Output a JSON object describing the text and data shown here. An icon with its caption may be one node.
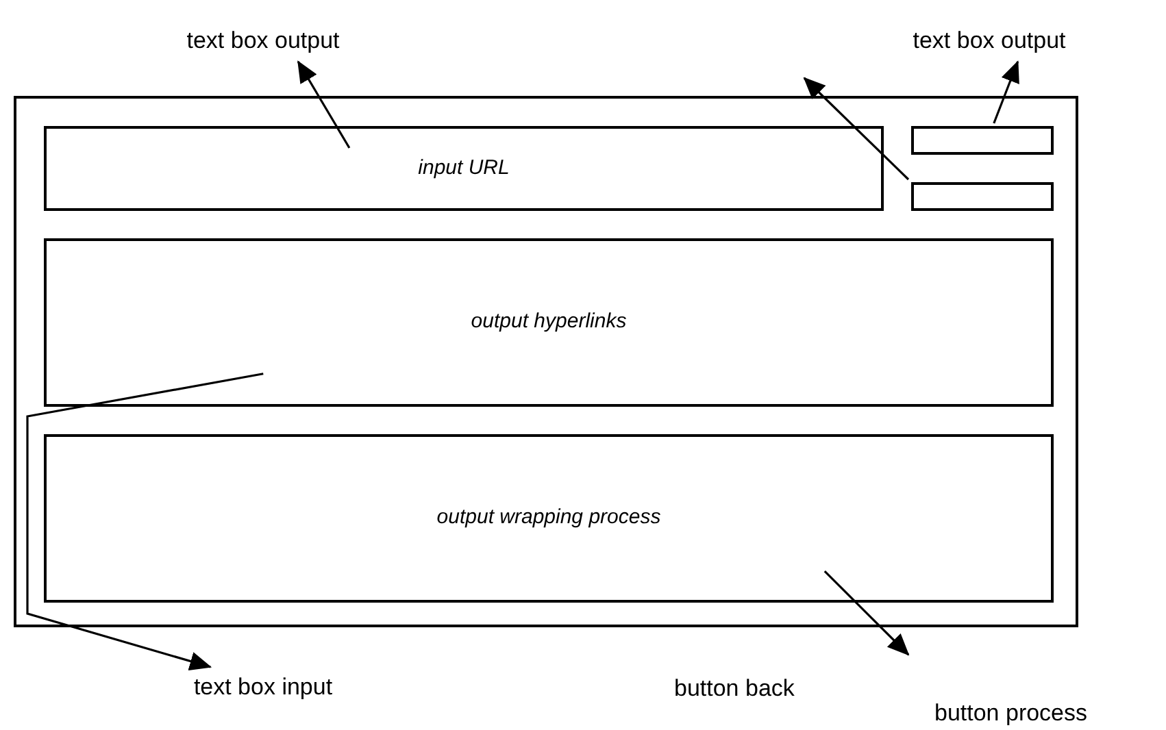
{
  "diagram": {
    "nodes": [
      {
        "text": [
          "text box output"
        ]
      },
      {
        "text": [
          "text box output"
        ]
      },
      {
        "text": [],
        "shape": "box"
      },
      {
        "text": [
          "input URL"
        ],
        "in": 2
      },
      {
        "text": [],
        "shape": "box",
        "in": 2
      },
      {
        "text": [],
        "shape": "box",
        "in": 2
      },
      {
        "text": [
          "output hyperlinks"
        ],
        "in": 2
      },
      {
        "text": [
          "output wrapping process"
        ],
        "in": 2
      },
      {
        "text": [
          "text box input"
        ]
      }
    ],
    "edges": [
      {
        "from": 3,
        "to": 0,
        "arrow": "to"
      },
      {
        "from": 5,
        "to": null,
        "arrow": "to"
      },
      {
        "from": 4,
        "to": 1,
        "arrow": "to"
      },
      {
        "from": 6,
        "to": 8,
        "arrow": "to"
      },
      {
        "from": 7,
        "to": null,
        "arrow": "to"
      }
    ],
    "labels": [
      "button back",
      "button process"
    ]
  }
}
